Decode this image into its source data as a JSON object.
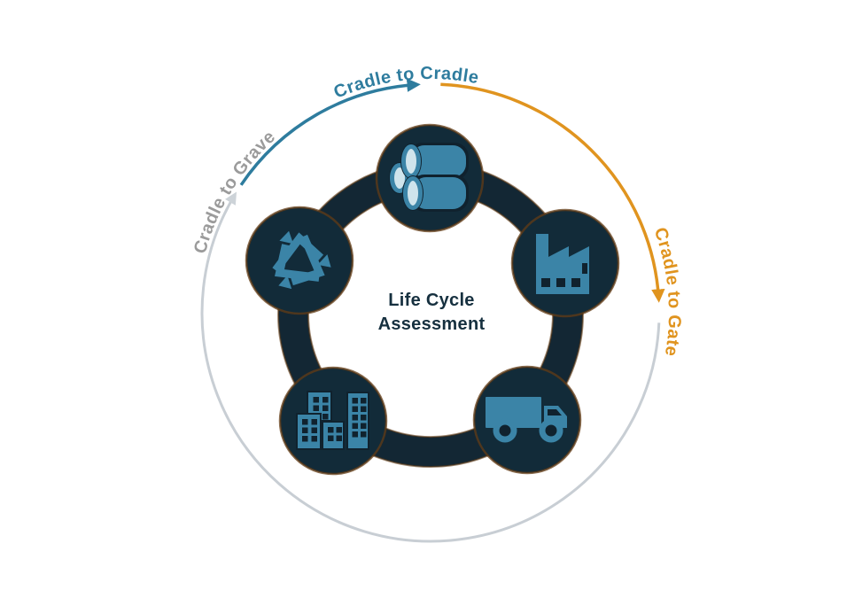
{
  "diagram": {
    "center_title": {
      "line1": "Life Cycle",
      "line2": "Assessment"
    },
    "arc_labels": {
      "cradle_to_cradle": "Cradle to Cradle",
      "cradle_to_gate": "Cradle to Gate",
      "cradle_to_grave": "Cradle to Grave"
    },
    "icons": [
      "material-rolls-icon",
      "factory-icon",
      "truck-icon",
      "city-buildings-icon",
      "recycle-icon"
    ],
    "colors": {
      "teal_arc": "#2E7C9E",
      "orange_arc": "#E0941F",
      "gray_arc": "#C8CED4",
      "gray_label": "#9B9B9B",
      "ring_navy": "#132734",
      "node_navy": "#122B39",
      "icon_teal": "#3B84A7",
      "pale_blue": "#CFE4EC",
      "title_navy": "#16303F"
    }
  }
}
